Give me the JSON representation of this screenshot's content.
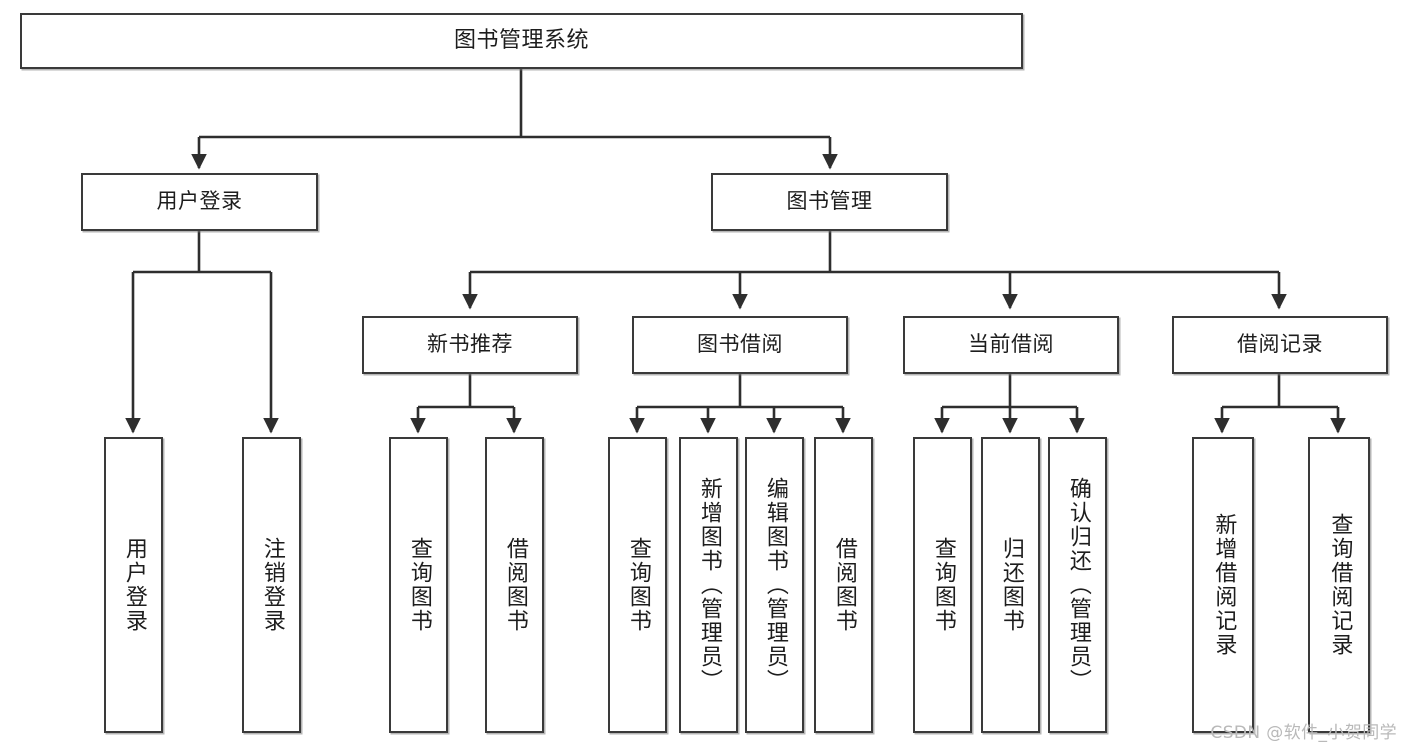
{
  "diagram": {
    "type": "tree-hierarchy",
    "title": "图书管理系统",
    "root": {
      "label": "图书管理系统"
    },
    "level2": [
      {
        "label": "用户登录"
      },
      {
        "label": "图书管理"
      }
    ],
    "level3": [
      {
        "label": "新书推荐"
      },
      {
        "label": "图书借阅"
      },
      {
        "label": "当前借阅"
      },
      {
        "label": "借阅记录"
      }
    ],
    "leaves": {
      "user_login": [
        {
          "label": "用户登录"
        },
        {
          "label": "注销登录"
        }
      ],
      "new_book_recommend": [
        {
          "label": "查询图书"
        },
        {
          "label": "借阅图书"
        }
      ],
      "book_borrow": [
        {
          "label": "查询图书"
        },
        {
          "label": "新增图书（管理员）"
        },
        {
          "label": "编辑图书（管理员）"
        },
        {
          "label": "借阅图书"
        }
      ],
      "current_borrow": [
        {
          "label": "查询图书"
        },
        {
          "label": "归还图书"
        },
        {
          "label": "确认归还（管理员）"
        }
      ],
      "borrow_record": [
        {
          "label": "新增借阅记录"
        },
        {
          "label": "查询借阅记录"
        }
      ]
    }
  },
  "watermark": {
    "text": "CSDN @软件_小贺同学"
  },
  "colors": {
    "box_border": "#3a3a3a",
    "box_fill": "#ffffff",
    "connector": "#2e2e2e",
    "text": "#1d1d1d",
    "watermark": "#b9b9b9"
  }
}
